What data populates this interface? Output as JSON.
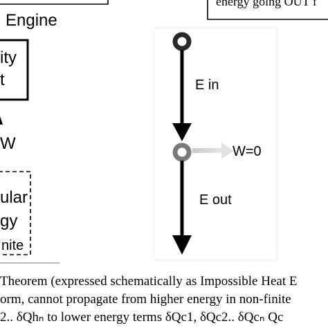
{
  "top_left_frame": {
    "label": "Engine"
  },
  "top_right_frame": {
    "text": "energy going OUT f"
  },
  "left_partial": {
    "box_text_line1": "ity",
    "box_text_line2": "t",
    "work_label": "W",
    "dashed_text_line1": "ular",
    "dashed_text_line2": "gy",
    "dashed_text_line3": "nite"
  },
  "schematic": {
    "e_in_label": "E in",
    "w_label": "W=0",
    "e_out_label": "E out"
  },
  "caption": {
    "line1": "Theorem (expressed schematically as Impossible Heat E",
    "line2": "orm, cannot propagate from higher energy in non-finite",
    "line3": "2.. δQhₙ  to lower energy terms δQc1, δQc2.. δQcₙ Qc"
  },
  "colors": {
    "node_fill": "#2a2a2a",
    "mid_node_fill": "#7a7a7a",
    "w_arrow": "#d8d8d8"
  }
}
